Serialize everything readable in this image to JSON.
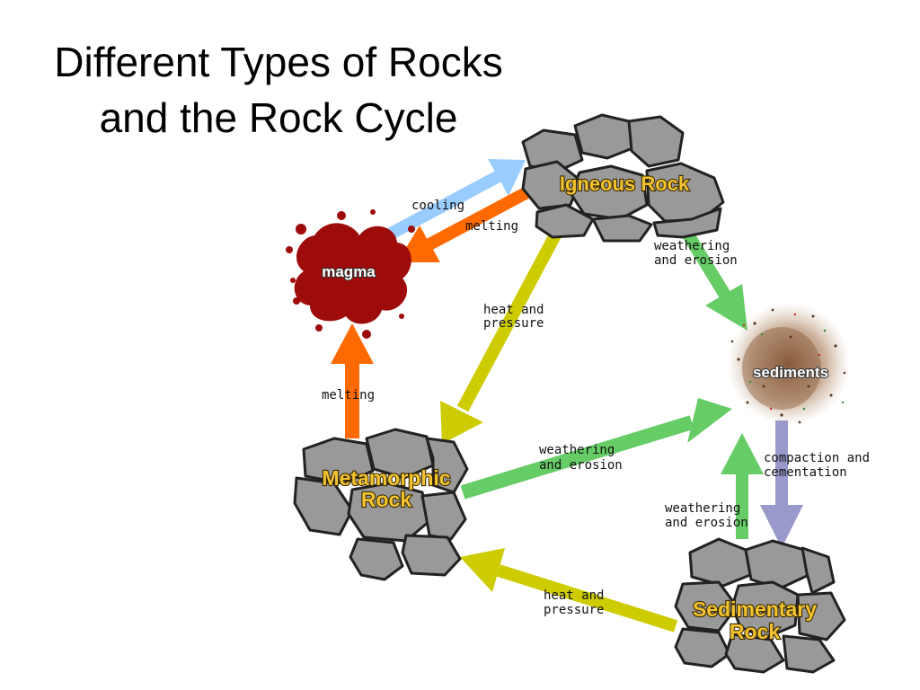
{
  "title": {
    "line1": "Different Types of Rocks",
    "line2": "and the Rock Cycle"
  },
  "nodes": {
    "igneous": {
      "line1": "Igneous Rock"
    },
    "magma": {
      "line1": "magma"
    },
    "sediments": {
      "line1": "sediments"
    },
    "metamorphic": {
      "line1": "Metamorphic",
      "line2": "Rock"
    },
    "sedimentary": {
      "line1": "Sedimentary",
      "line2": "Rock"
    }
  },
  "arrows": {
    "cooling": {
      "line1": "cooling"
    },
    "melting_igneous": {
      "line1": "melting"
    },
    "melting_metamorphic": {
      "line1": "melting"
    },
    "heat_pressure_igneous": {
      "line1": "heat and",
      "line2": "pressure"
    },
    "heat_pressure_sedimentary": {
      "line1": "heat and",
      "line2": "pressure"
    },
    "weathering_igneous": {
      "line1": "weathering",
      "line2": "and erosion"
    },
    "weathering_metamorphic": {
      "line1": "weathering",
      "line2": "and erosion"
    },
    "weathering_sedimentary": {
      "line1": "weathering",
      "line2": "and erosion"
    },
    "compaction": {
      "line1": "compaction and",
      "line2": "cementation"
    }
  },
  "colors": {
    "cooling": "#99ccff",
    "melting": "#ff6a00",
    "heat_pressure": "#cccc00",
    "weathering": "#66cc66",
    "compaction": "#9999cc",
    "magma": "#9e0b0b",
    "rock": "#999999",
    "rock_label": "#f4c430"
  }
}
